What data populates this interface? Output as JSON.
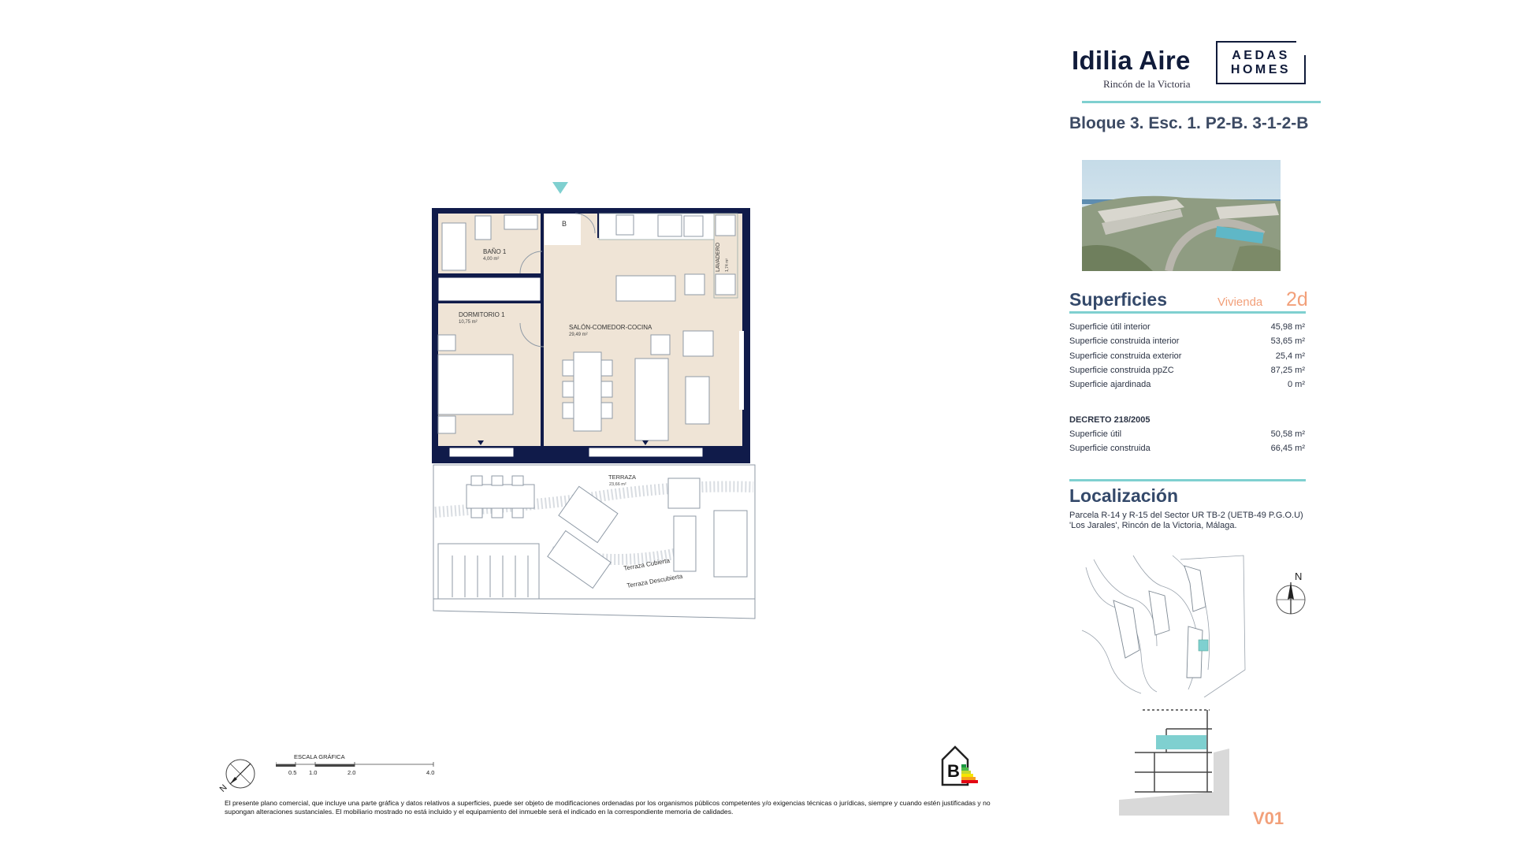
{
  "header": {
    "brand_name": "Idilia Aire",
    "brand_location": "Rincón de la Victoria",
    "company_line1": "AEDAS",
    "company_line2": "HOMES",
    "unit_code": "Bloque 3. Esc. 1. P2-B. 3-1-2-B"
  },
  "superficies": {
    "title": "Superficies",
    "vivienda_label": "Vivienda",
    "vivienda_code": "2d",
    "rows": [
      {
        "label": "Superficie útil interior",
        "value": "45,98 m²"
      },
      {
        "label": "Superficie construida interior",
        "value": "53,65 m²"
      },
      {
        "label": "Superficie construida exterior",
        "value": "25,4 m²"
      },
      {
        "label": "Superficie construida ppZC",
        "value": "87,25 m²"
      },
      {
        "label": "Superficie ajardinada",
        "value": "0 m²"
      }
    ],
    "decreto_title": "DECRETO 218/2005",
    "decreto_rows": [
      {
        "label": "Superficie útil",
        "value": "50,58 m²"
      },
      {
        "label": "Superficie construida",
        "value": "66,45 m²"
      }
    ]
  },
  "localizacion": {
    "title": "Localización",
    "line1": "Parcela R-14 y R-15 del Sector UR TB-2 (UETB-49 P.G.O.U)",
    "line2": "'Los Jarales', Rincón de la Victoria, Málaga."
  },
  "plan": {
    "rooms": {
      "bano": {
        "name": "BAÑO 1",
        "area": "4,00 m²"
      },
      "dormitorio": {
        "name": "DORMITORIO 1",
        "area": "10,75 m²"
      },
      "salon": {
        "name": "SALÓN-COMEDOR-COCINA",
        "area": "29,49 m²"
      },
      "lavadero": {
        "name": "LAVADERO",
        "area": "1,74 m²"
      },
      "terraza": {
        "name": "TERRAZA",
        "area": "23,66 m²"
      }
    },
    "door_b": "B",
    "terraza_cubierta": "Terraza Cubierta",
    "terraza_descubierta": "Terraza Descubierta"
  },
  "compass_n": "N",
  "energy_rating": "B",
  "scale": {
    "title": "ESCALA GRÁFICA",
    "ticks": [
      "0.5",
      "1.0",
      "2.0",
      "4.0"
    ]
  },
  "disclaimer": "El presente plano comercial, que incluye una parte gráfica y datos relativos a superficies, puede ser objeto de modificaciones ordenadas por los organismos públicos competentes y/o exigencias técnicas o jurídicas, siempre y cuando estén justificadas y no supongan alteraciones sustanciales. El mobiliario mostrado no está incluido y el equipamiento del inmueble será el indicado en la correspondiente memoria de calidades.",
  "sheet_code": "V01",
  "colors": {
    "wall": "#101b4a",
    "floor": "#efe4d6",
    "teal": "#7fd0d0",
    "accent_orange": "#f2a07a",
    "heading": "#34496a"
  }
}
